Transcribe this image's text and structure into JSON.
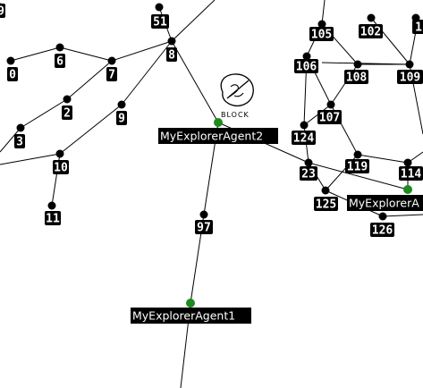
{
  "colors": {
    "background": "#ffffff",
    "edge": "#000000",
    "node": "#000000",
    "label_bg": "#000000",
    "label_text": "#ffffff",
    "agent_node": "#1e8a1e"
  },
  "nodes": [
    {
      "id": "9a",
      "label": "9"
    },
    {
      "id": "51",
      "label": "51"
    },
    {
      "id": "8",
      "label": "8"
    },
    {
      "id": "0",
      "label": "0"
    },
    {
      "id": "6",
      "label": "6"
    },
    {
      "id": "7",
      "label": "7"
    },
    {
      "id": "2",
      "label": "2"
    },
    {
      "id": "9",
      "label": "9"
    },
    {
      "id": "3",
      "label": "3"
    },
    {
      "id": "10",
      "label": "10"
    },
    {
      "id": "11",
      "label": "11"
    },
    {
      "id": "97",
      "label": "97"
    },
    {
      "id": "105",
      "label": "105"
    },
    {
      "id": "102",
      "label": "102"
    },
    {
      "id": "1x",
      "label": "1"
    },
    {
      "id": "106",
      "label": "106"
    },
    {
      "id": "108",
      "label": "108"
    },
    {
      "id": "109",
      "label": "109"
    },
    {
      "id": "107",
      "label": "107"
    },
    {
      "id": "124",
      "label": "124"
    },
    {
      "id": "23",
      "label": "23"
    },
    {
      "id": "119",
      "label": "119"
    },
    {
      "id": "114",
      "label": "114"
    },
    {
      "id": "125",
      "label": "125"
    },
    {
      "id": "126",
      "label": "126"
    }
  ],
  "agents": [
    {
      "id": "agent2",
      "label": "MyExplorerAgent2"
    },
    {
      "id": "agent1",
      "label": "MyExplorerAgent1"
    },
    {
      "id": "agentR",
      "label": "MyExplorerA"
    }
  ],
  "block_marker": {
    "label": "BLOCK",
    "icon": "no-entry-sign-icon"
  }
}
